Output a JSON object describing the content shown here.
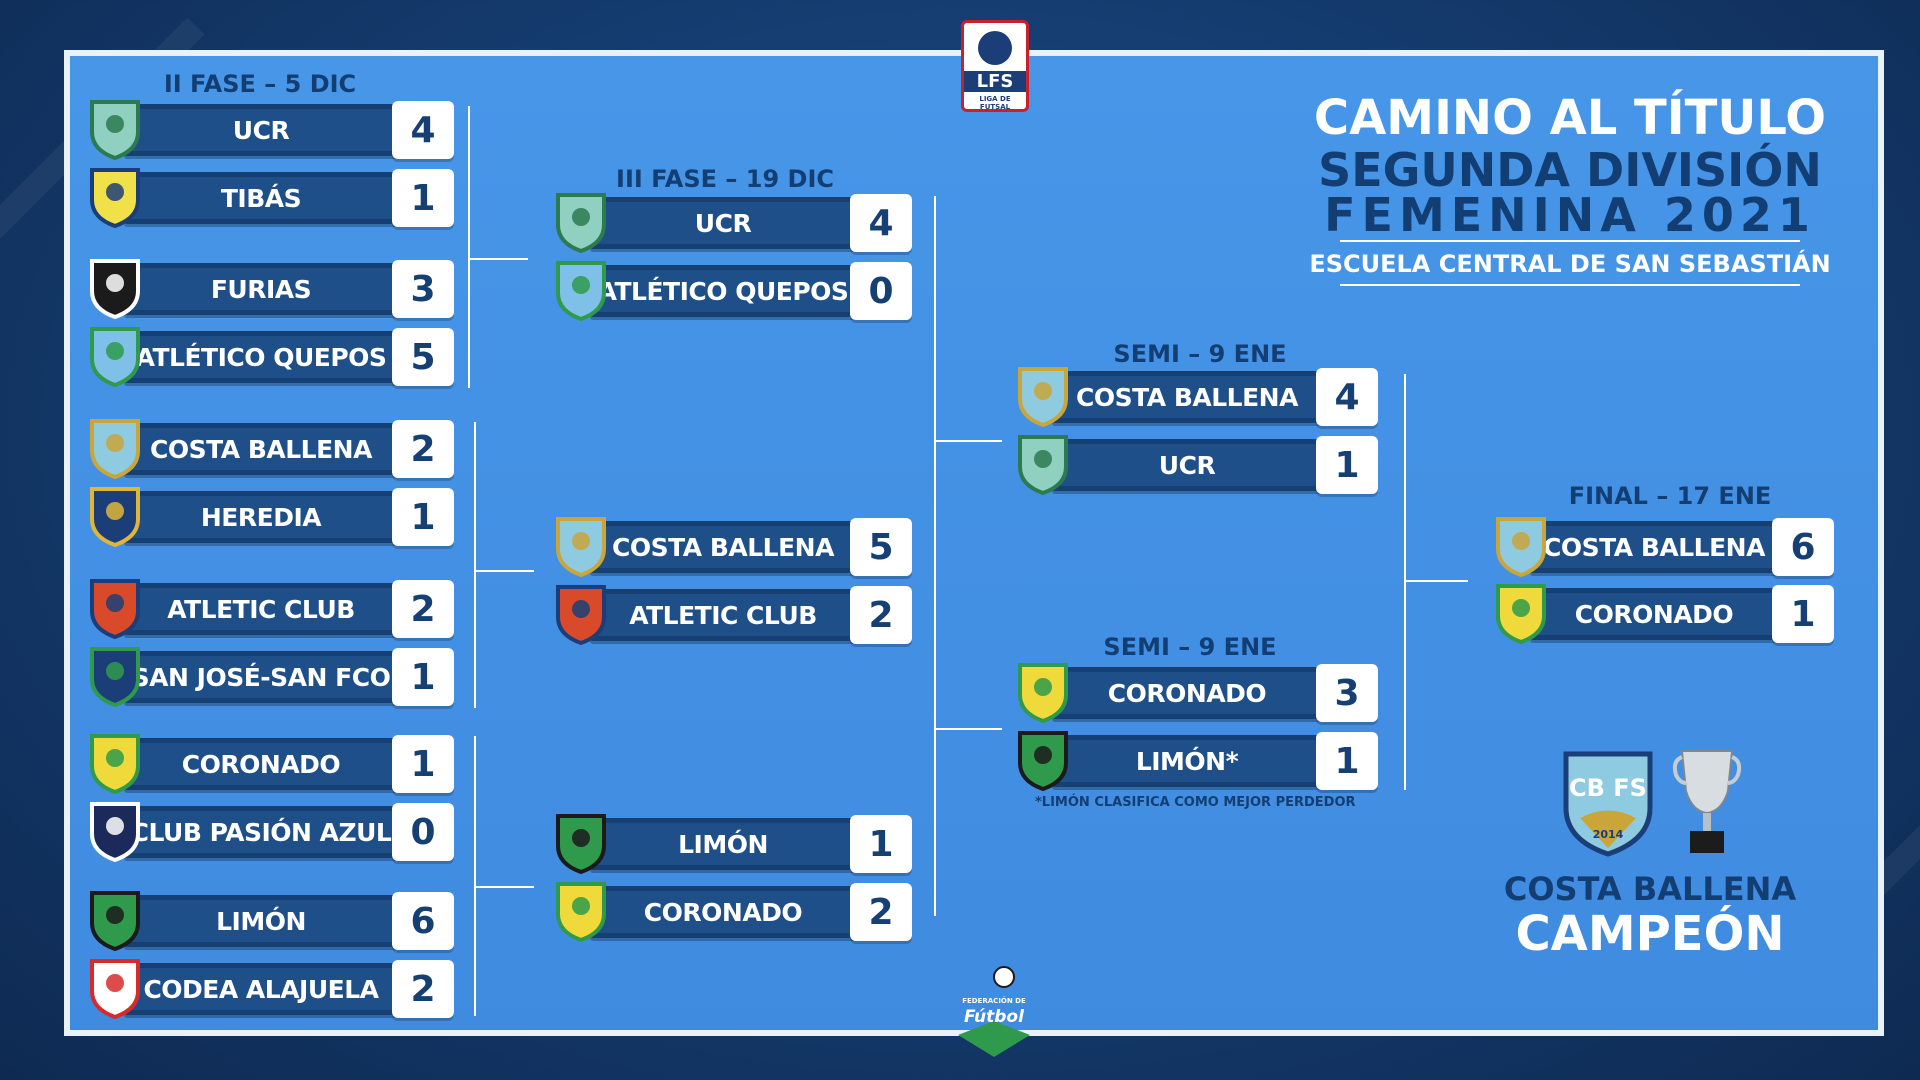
{
  "header": {
    "title_line1": "CAMINO AL TÍTULO",
    "title_line2": "SEGUNDA DIVISIÓN",
    "title_line3": "FEMENINA 2021",
    "venue": "ESCUELA CENTRAL DE SAN SEBASTIÁN",
    "top_logo_text": "LFS",
    "top_logo_sub": "LIGA DE FUTSAL",
    "bottom_logo_text": "Fútbol",
    "bottom_logo_sub": "FEDERACIÓN DE"
  },
  "phases": {
    "phase2": "II FASE – 5 DIC",
    "phase3": "III FASE – 19 DIC",
    "semi1": "SEMI – 9 ENE",
    "semi2": "SEMI – 9 ENE",
    "final": "FINAL – 17 ENE"
  },
  "round2": [
    {
      "team": "UCR",
      "score": "4",
      "logo": "ucr-logo"
    },
    {
      "team": "TIBÁS",
      "score": "1",
      "logo": "tibas-logo"
    },
    {
      "team": "FURIAS",
      "score": "3",
      "logo": "furias-logo"
    },
    {
      "team": "ATLÉTICO QUEPOS",
      "score": "5",
      "logo": "quepos-logo"
    },
    {
      "team": "COSTA BALLENA",
      "score": "2",
      "logo": "costa-ballena-logo"
    },
    {
      "team": "HEREDIA",
      "score": "1",
      "logo": "heredia-logo"
    },
    {
      "team": "ATLETIC CLUB",
      "score": "2",
      "logo": "atletic-club-logo"
    },
    {
      "team": "SAN JOSÉ-SAN FCO",
      "score": "1",
      "logo": "san-francisco-logo"
    },
    {
      "team": "CORONADO",
      "score": "1",
      "logo": "coronado-logo"
    },
    {
      "team": "CLUB PASIÓN AZUL",
      "score": "0",
      "logo": "pasion-azul-logo"
    },
    {
      "team": "LIMÓN",
      "score": "6",
      "logo": "limon-logo"
    },
    {
      "team": "CODEA ALAJUELA",
      "score": "2",
      "logo": "codea-logo"
    }
  ],
  "round3": [
    {
      "team": "UCR",
      "score": "4",
      "logo": "ucr-logo"
    },
    {
      "team": "ATLÉTICO QUEPOS",
      "score": "0",
      "logo": "quepos-logo"
    },
    {
      "team": "COSTA BALLENA",
      "score": "5",
      "logo": "costa-ballena-logo"
    },
    {
      "team": "ATLETIC CLUB",
      "score": "2",
      "logo": "atletic-club-logo"
    },
    {
      "team": "LIMÓN",
      "score": "1",
      "logo": "limon-logo"
    },
    {
      "team": "CORONADO",
      "score": "2",
      "logo": "coronado-logo"
    }
  ],
  "semis": [
    {
      "team": "COSTA BALLENA",
      "score": "4",
      "logo": "costa-ballena-logo"
    },
    {
      "team": "UCR",
      "score": "1",
      "logo": "ucr-logo"
    },
    {
      "team": "CORONADO",
      "score": "3",
      "logo": "coronado-logo"
    },
    {
      "team": "LIMÓN*",
      "score": "1",
      "logo": "limon-logo"
    }
  ],
  "semi_note": "*LIMÓN CLASIFICA COMO MEJOR PERDEDOR",
  "final": [
    {
      "team": "COSTA BALLENA",
      "score": "6",
      "logo": "costa-ballena-logo"
    },
    {
      "team": "CORONADO",
      "score": "1",
      "logo": "coronado-logo"
    }
  ],
  "champion": {
    "team": "COSTA BALLENA",
    "label": "CAMPEÓN",
    "crest_text": "CB FS",
    "crest_year": "2014",
    "trophy_icon": "trophy-icon"
  },
  "colors": {
    "card": "#4796e8",
    "bar": "#1e4f89",
    "dark_text": "#133e74",
    "white": "#ffffff"
  }
}
